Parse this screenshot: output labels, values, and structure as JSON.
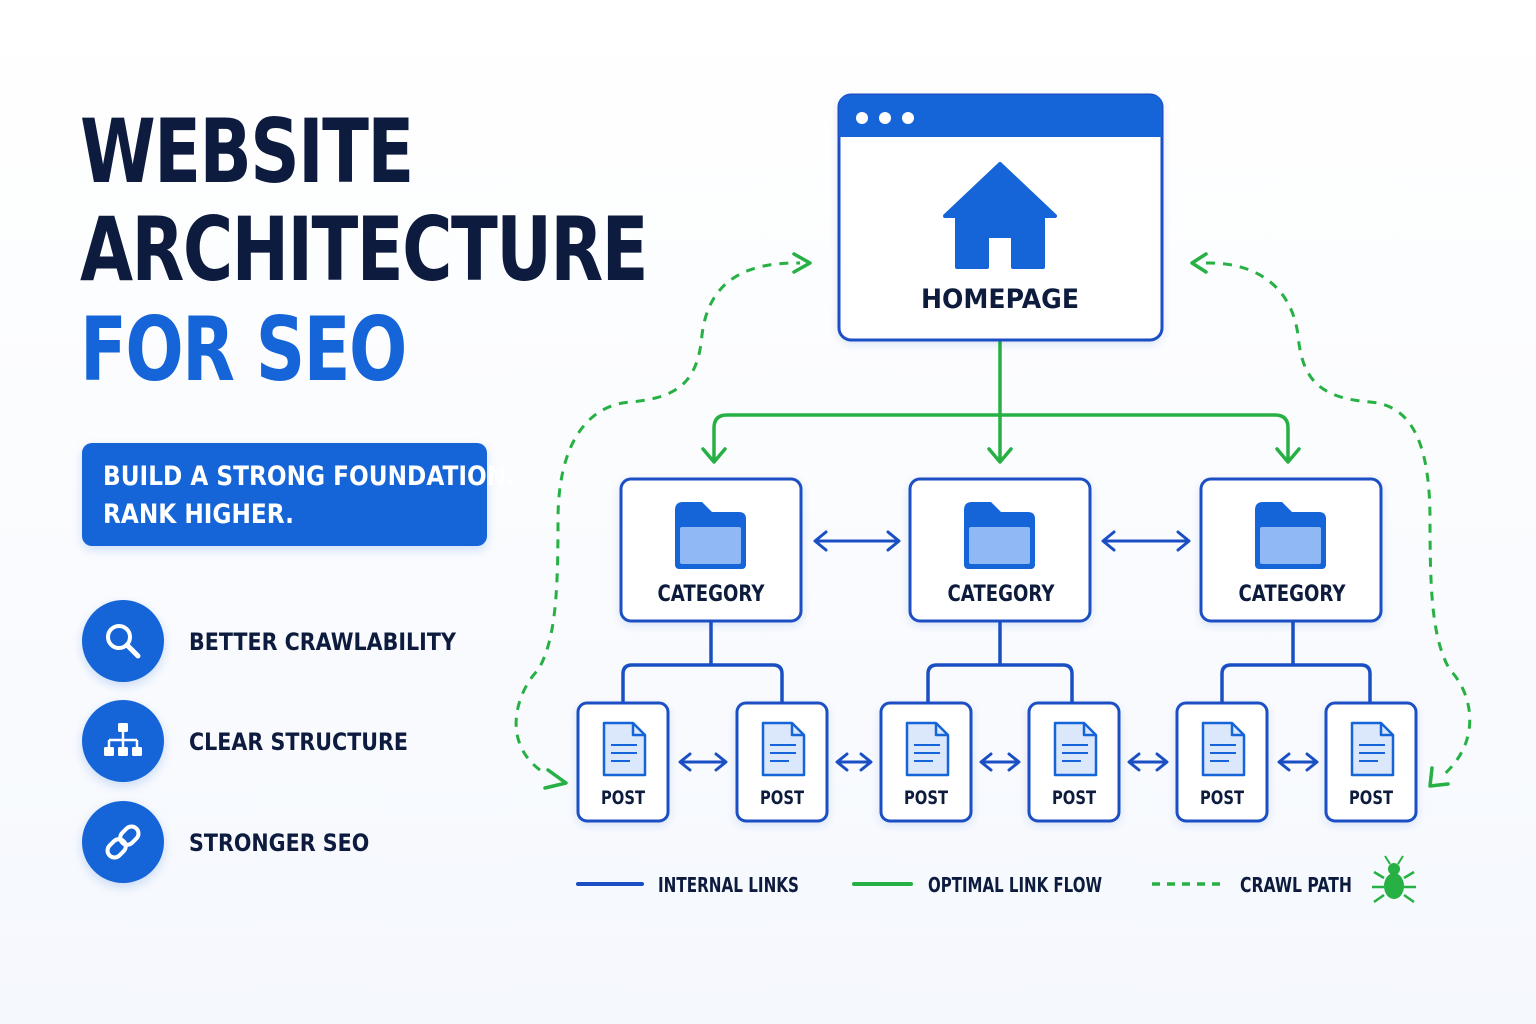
{
  "title": {
    "line1": "WEBSITE",
    "line2": "ARCHITECTURE",
    "line3": "FOR SEO"
  },
  "tagline": {
    "line1": "BUILD A STRONG FOUNDATION.",
    "line2": "RANK HIGHER."
  },
  "features": [
    {
      "icon": "search-icon",
      "label": "BETTER CRAWLABILITY"
    },
    {
      "icon": "sitemap-icon",
      "label": "CLEAR STRUCTURE"
    },
    {
      "icon": "link-icon",
      "label": "STRONGER SEO"
    }
  ],
  "diagram": {
    "homepage": {
      "label": "HOMEPAGE",
      "icon": "home-icon"
    },
    "categories": [
      {
        "label": "CATEGORY",
        "icon": "folder-icon"
      },
      {
        "label": "CATEGORY",
        "icon": "folder-icon"
      },
      {
        "label": "CATEGORY",
        "icon": "folder-icon"
      }
    ],
    "posts": [
      {
        "label": "POST",
        "icon": "document-icon"
      },
      {
        "label": "POST",
        "icon": "document-icon"
      },
      {
        "label": "POST",
        "icon": "document-icon"
      },
      {
        "label": "POST",
        "icon": "document-icon"
      },
      {
        "label": "POST",
        "icon": "document-icon"
      },
      {
        "label": "POST",
        "icon": "document-icon"
      }
    ]
  },
  "legend": [
    {
      "label": "INTERNAL LINKS",
      "style": "solid",
      "color": "#1a4fc4"
    },
    {
      "label": "OPTIMAL LINK FLOW",
      "style": "solid",
      "color": "#27b043"
    },
    {
      "label": "CRAWL PATH",
      "style": "dashed",
      "color": "#27b043",
      "icon": "bug-icon"
    }
  ],
  "colors": {
    "navy": "#0d1b3e",
    "primary_blue": "#1565d8",
    "link_blue": "#1a4fc4",
    "green": "#27b043",
    "folder_light": "#8fb8f5"
  }
}
